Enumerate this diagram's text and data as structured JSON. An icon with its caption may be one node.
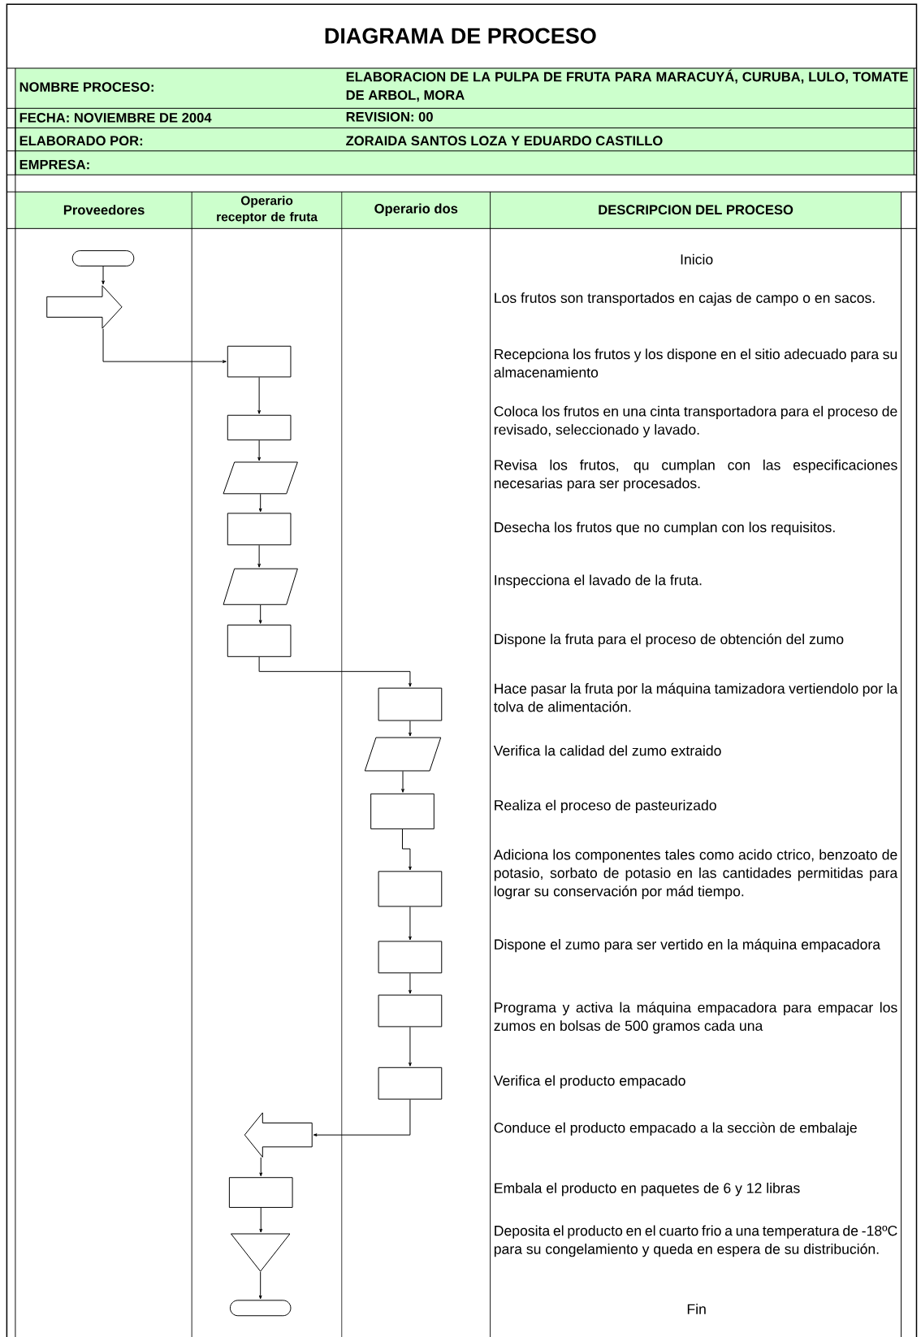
{
  "diagram": {
    "title": "DIAGRAMA DE PROCESO",
    "nodes": [
      {
        "text": [],
        "shape": "oval"
      },
      {
        "text": [],
        "shape": "arrow"
      },
      {
        "text": [],
        "shape": "box"
      },
      {
        "text": [],
        "shape": "box"
      },
      {
        "text": [],
        "shape": "parallelogram"
      },
      {
        "text": [],
        "shape": "box"
      },
      {
        "text": [],
        "shape": "parallelogram"
      },
      {
        "text": [],
        "shape": "box"
      },
      {
        "text": [],
        "shape": "box"
      },
      {
        "text": [],
        "shape": "parallelogram"
      },
      {
        "text": [],
        "shape": "box"
      },
      {
        "text": [],
        "shape": "box"
      },
      {
        "text": [],
        "shape": "box"
      },
      {
        "text": [],
        "shape": "box"
      },
      {
        "text": [],
        "shape": "box"
      },
      {
        "text": [],
        "shape": "arrow"
      },
      {
        "text": [],
        "shape": "box"
      },
      {
        "text": [],
        "shape": "triangle"
      },
      {
        "text": [],
        "shape": "oval"
      }
    ],
    "edges": [
      {
        "from": 0,
        "to": 1,
        "arrow": "to"
      },
      {
        "from": 1,
        "to": 2,
        "arrow": "to"
      },
      {
        "from": 2,
        "to": 3,
        "arrow": "to"
      },
      {
        "from": 3,
        "to": 4,
        "arrow": "to"
      },
      {
        "from": 4,
        "to": 5,
        "arrow": "to"
      },
      {
        "from": 5,
        "to": 6,
        "arrow": "to"
      },
      {
        "from": 6,
        "to": 7,
        "arrow": "to"
      },
      {
        "from": 7,
        "to": 8,
        "arrow": "to"
      },
      {
        "from": 8,
        "to": 9,
        "arrow": "to"
      },
      {
        "from": 9,
        "to": 10,
        "arrow": "to"
      },
      {
        "from": 10,
        "to": 11,
        "arrow": "to"
      },
      {
        "from": 11,
        "to": 12,
        "arrow": "to"
      },
      {
        "from": 12,
        "to": 13,
        "arrow": "to"
      },
      {
        "from": 13,
        "to": 14,
        "arrow": "to"
      },
      {
        "from": 14,
        "to": 15,
        "arrow": "to"
      },
      {
        "from": 15,
        "to": 16,
        "arrow": "to"
      },
      {
        "from": 16,
        "to": 17,
        "arrow": "to"
      },
      {
        "from": 17,
        "to": 18,
        "arrow": "to"
      }
    ],
    "labels": [
      "NOMBRE PROCESO:",
      "ELABORACION DE LA PULPA DE FRUTA PARA MARACUYÁ, CURUBA, LULO, TOMATE DE ARBOL, MORA",
      "FECHA: NOVIEMBRE DE 2004",
      "REVISION: 00",
      "ELABORADO POR:",
      "ZORAIDA SANTOS LOZA Y EDUARDO CASTILLO",
      "EMPRESA:",
      "Proveedores",
      "Operario receptor de fruta",
      "Operario dos",
      "DESCRIPCION DEL PROCESO",
      "Inicio",
      "Los frutos son transportados en cajas de campo o en sacos.",
      "Recepciona los frutos y los dispone en el sitio adecuado para su almacenamiento",
      "Coloca los frutos en una cinta transportadora para el proceso de revisado, seleccionado y lavado.",
      "Revisa los frutos, qu cumplan con las especificaciones necesarias para ser procesados.",
      "Desecha los frutos que no cumplan con los requisitos.",
      "Inspecciona el lavado de la fruta.",
      "Dispone la fruta para el proceso de obtención del zumo",
      "Hace pasar la fruta por la máquina tamizadora vertiendolo por la tolva de alimentación.",
      "Verifica la calidad del zumo extraido",
      "Realiza el proceso de pasteurizado",
      "Adiciona los componentes tales como acido ctrico, benzoato de potasio, sorbato de potasio en las cantidades permitidas para lograr su conservación por mád tiempo.",
      "Dispone el zumo para ser vertido en la máquina empacadora",
      "Programa y activa la máquina empacadora para empacar los zumos en bolsas de 500 gramos cada una",
      "Verifica el producto empacado",
      "Conduce el producto empacado a la secciòn de embalaje",
      "Embala el producto en paquetes de 6 y 12 libras",
      "Deposita el producto en el cuarto frio a una temperatura de -18ºC para su congelamiento y queda en espera de su distribución.",
      "Fin"
    ]
  }
}
